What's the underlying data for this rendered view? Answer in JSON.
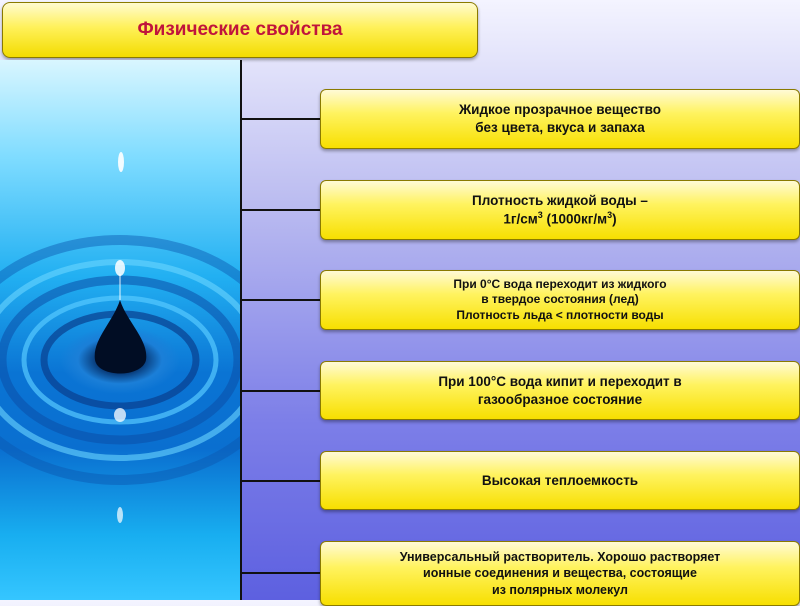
{
  "title": "Физические свойства",
  "properties": [
    {
      "lines": [
        "Жидкое прозрачное вещество",
        "без цвета, вкуса и запаха"
      ]
    },
    {
      "line1": "Плотность жидкой воды –",
      "line2_parts": [
        "1г/см",
        "3",
        " (1000кг/м",
        "3",
        ")"
      ]
    },
    {
      "lines": [
        "При 0°С вода переходит из жидкого",
        "в твердое состояния (лед)",
        "Плотность льда < плотности воды"
      ]
    },
    {
      "lines": [
        "При 100°С вода кипит и переходит в",
        "газообразное состояние"
      ]
    },
    {
      "lines": [
        "Высокая теплоемкость"
      ]
    },
    {
      "lines": [
        "Универсальный растворитель. Хорошо растворяет",
        "ионные соединения и вещества, состоящие",
        "из полярных молекул"
      ]
    }
  ],
  "colors": {
    "title_text": "#c0143c",
    "box_fill": "#fff35f",
    "background": "#7d7fe8",
    "water": "#0a74d4"
  },
  "icons": {
    "illustration": "water-drop-ripple-image"
  }
}
